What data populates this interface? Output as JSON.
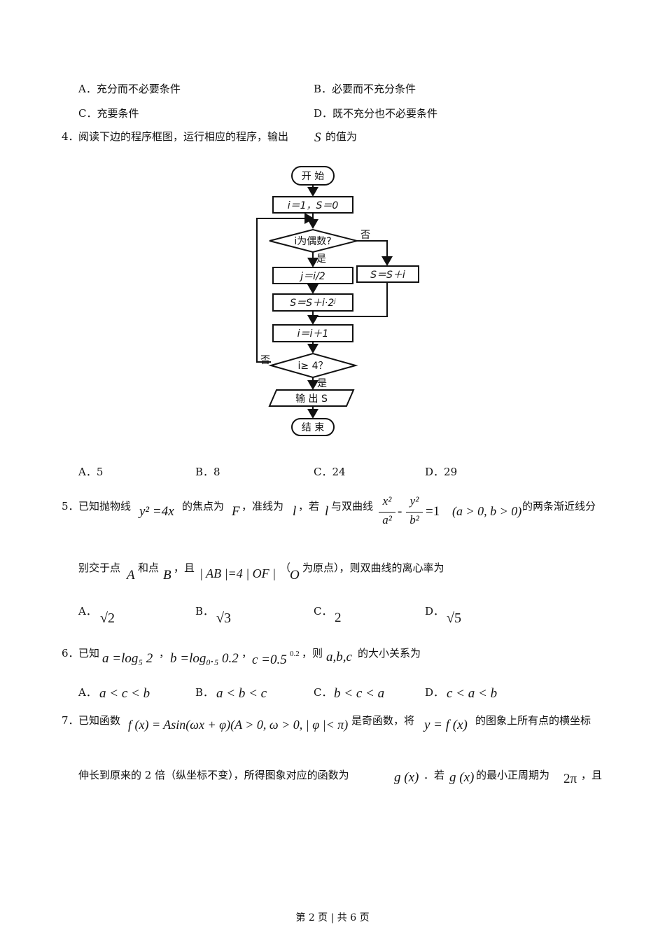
{
  "q3_options": {
    "a": "A．充分而不必要条件",
    "b": "B．必要而不充分条件",
    "c": "C．充要条件",
    "d": "D．既不充分也不必要条件"
  },
  "q4": {
    "number": "4．",
    "text_before": "阅读下边的程序框图，运行相应的程序，输出",
    "var_s": "S",
    "text_after": "的值为",
    "flowchart": {
      "start": "开 始",
      "init": "i＝1，S＝0",
      "cond1": "i为偶数?",
      "no1": "否",
      "yes1": "是",
      "j_assign": "j＝i/2",
      "s_odd": "S＝S＋i",
      "s_even": "S＝S＋i·2ʲ",
      "inc": "i＝i＋1",
      "cond2": "i≥ 4？",
      "no2": "否",
      "yes2": "是",
      "output": "输 出 S",
      "end": "结 束"
    },
    "options": {
      "a": "A．5",
      "b": "B．8",
      "c": "C．24",
      "d": "D．29"
    }
  },
  "q5": {
    "number": "5．",
    "t1": "已知抛物线",
    "m1": "y² =4x",
    "t2": "的焦点为",
    "m2": "F",
    "t3": "，准线为",
    "m3": "l",
    "t4": "，若",
    "m4": "l",
    "t5": "与双曲线",
    "frac1_num": "x²",
    "frac1_den": "a²",
    "minus": "-",
    "frac2_num": "y²",
    "frac2_den": "b²",
    "eq": "=1",
    "cond": "(a > 0, b > 0)",
    "t6": "的两条渐近线分",
    "line2_t1": "别交于点",
    "line2_m1": "A",
    "line2_t2": "和点",
    "line2_m2": "B",
    "line2_t3": "，且",
    "line2_m3": "| AB |=4 | OF |",
    "line2_t4": "（",
    "line2_m4": "O",
    "line2_t5": "为原点），则双曲线的离心率为",
    "options": {
      "a_label": "A．",
      "a_val": "√2",
      "b_label": "B．",
      "b_val": "√3",
      "c_label": "C．",
      "c_val": "2",
      "d_label": "D．",
      "d_val": "√5"
    }
  },
  "q6": {
    "number": "6．",
    "t1": "已知",
    "m1": "a =log₅ 2",
    "sep1": "，",
    "m2": "b =log₀.₅ 0.2",
    "sep2": "，",
    "m3": "c =0.5",
    "m3_sup": "0.2",
    "t2": "，则",
    "m4": "a,b,c",
    "t3": "的大小关系为",
    "options": {
      "a_label": "A．",
      "a_val": "a < c < b",
      "b_label": "B．",
      "b_val": "a < b < c",
      "c_label": "C．",
      "c_val": "b < c < a",
      "d_label": "D．",
      "d_val": "c < a < b"
    }
  },
  "q7": {
    "number": "7．",
    "t1": "已知函数",
    "m1": "f (x) = Asin(ωx + φ)(A > 0, ω > 0, | φ |< π)",
    "t2": "是奇函数，将",
    "m2": "y = f (x)",
    "t3": "的图象上所有点的横坐标",
    "line2_t1": "伸长到原来的 2 倍（纵坐标不变），所得图象对应的函数为",
    "line2_m1": "g (x)",
    "line2_t2": "．若",
    "line2_m2": "g (x)",
    "line2_t3": "的最小正周期为",
    "line2_m3": "2π",
    "line2_t4": "，且"
  },
  "footer": "第 2 页 | 共 6 页"
}
